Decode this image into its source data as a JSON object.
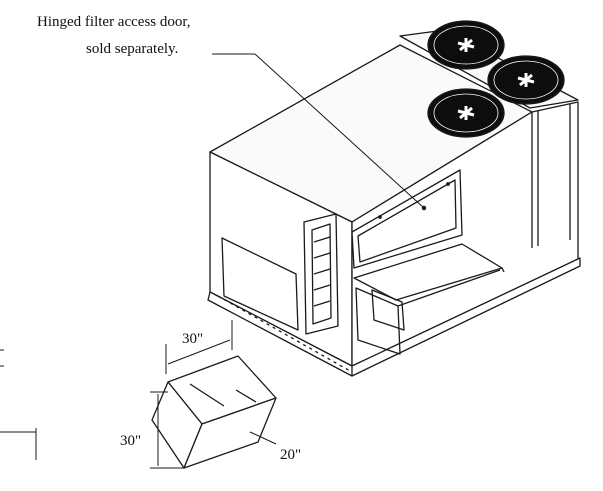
{
  "callout": {
    "line1": "Hinged filter access door,",
    "line2": "sold separately."
  },
  "dimensions": {
    "width": "30\"",
    "height": "30\"",
    "depth": "20\""
  },
  "stroke_color": "#1a1a1a",
  "fan_color": "#0d0d0d"
}
